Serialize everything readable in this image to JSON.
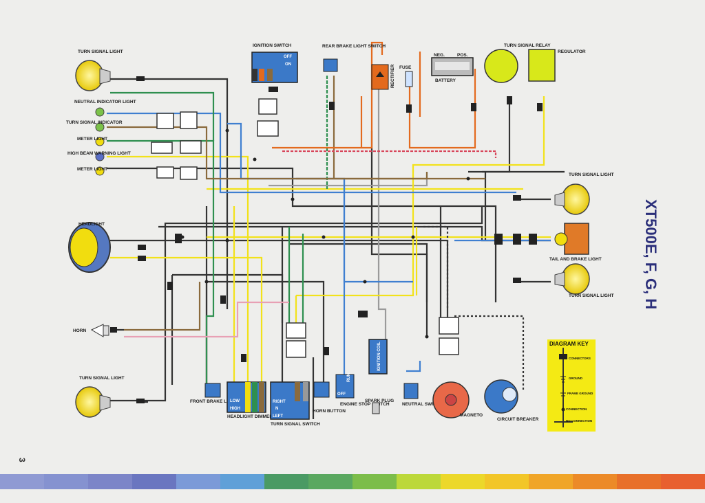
{
  "title": "XT500E, F, G, H",
  "page_number": "3",
  "colors": {
    "background": "#eeeeec",
    "wire_black": "#333333",
    "wire_yellow": "#f2e21a",
    "wire_blue": "#3f7fd0",
    "wire_green": "#2e8f4f",
    "wire_brown": "#8a6a3c",
    "wire_orange": "#e36a1e",
    "wire_red": "#d8465a",
    "wire_pink": "#e8a0b4",
    "wire_gray": "#9a9a9a",
    "component_blue": "#3b79c8",
    "lamp_yellow": "#f1dd0f",
    "key_background": "#f4ea14"
  },
  "labels": {
    "turn_signal_light_tl": "TURN SIGNAL LIGHT",
    "neutral_indicator": "NEUTRAL INDICATOR LIGHT",
    "turn_signal_indicator": "TURN SIGNAL INDICATOR",
    "meter_light_1": "METER LIGHT",
    "high_beam": "HIGH BEAM WARNING LIGHT",
    "meter_light_2": "METER LIGHT",
    "headlight": "HEADLIGHT",
    "horn": "HORN",
    "turn_signal_light_bl": "TURN SIGNAL LIGHT",
    "ignition_switch": "IGNITION SWITCH",
    "ign_off": "OFF",
    "ign_on": "ON",
    "rear_brake_switch": "REAR BRAKE LIGHT SWITCH",
    "rectifier": "RECTIFIER",
    "fuse": "FUSE",
    "battery": "BATTERY",
    "neg": "NEG.",
    "pos": "POS.",
    "turn_signal_relay": "TURN SIGNAL RELAY",
    "regulator": "REGULATOR",
    "turn_signal_light_tr": "TURN SIGNAL LIGHT",
    "tail_brake": "TAIL AND BRAKE LIGHT",
    "turn_signal_light_br": "TURN SIGNAL LIGHT",
    "front_brake_switch": "FRONT BRAKE LIGHT SWITCH",
    "headlight_dimmer": "HEADLIGHT DIMMER SWITCH",
    "dim_low": "LOW",
    "dim_high": "HIGH",
    "turn_switch": "TURN SIGNAL SWITCH",
    "ts_right": "RIGHT",
    "ts_n": "N",
    "ts_left": "LEFT",
    "horn_button": "HORN BUTTON",
    "engine_stop": "ENGINE STOP SWITCH",
    "es_off": "OFF",
    "es_run": "RUN",
    "ignition_coil": "IGNITION COIL",
    "spark_plug": "SPARK PLUG",
    "neutral_switch": "NEUTRAL SWITCH",
    "magneto": "MAGNETO",
    "circuit_breaker": "CIRCUIT BREAKER"
  },
  "diagram_key": {
    "title": "DIAGRAM KEY",
    "connectors": "CONNECTORS",
    "ground": "GROUND",
    "frame_ground": "FRAME GROUND",
    "connection": "CONNECTION",
    "no_connection": "NO CONNECTION"
  },
  "color_strip": [
    "#8f9ad3",
    "#8592d0",
    "#7c85c8",
    "#6a76c0",
    "#7b9ad8",
    "#5fa0d8",
    "#4a9a64",
    "#5aa860",
    "#7cbd4a",
    "#bcd83a",
    "#ecd82a",
    "#f2c628",
    "#f0a528",
    "#ec8a28",
    "#e8702a",
    "#e86030"
  ]
}
